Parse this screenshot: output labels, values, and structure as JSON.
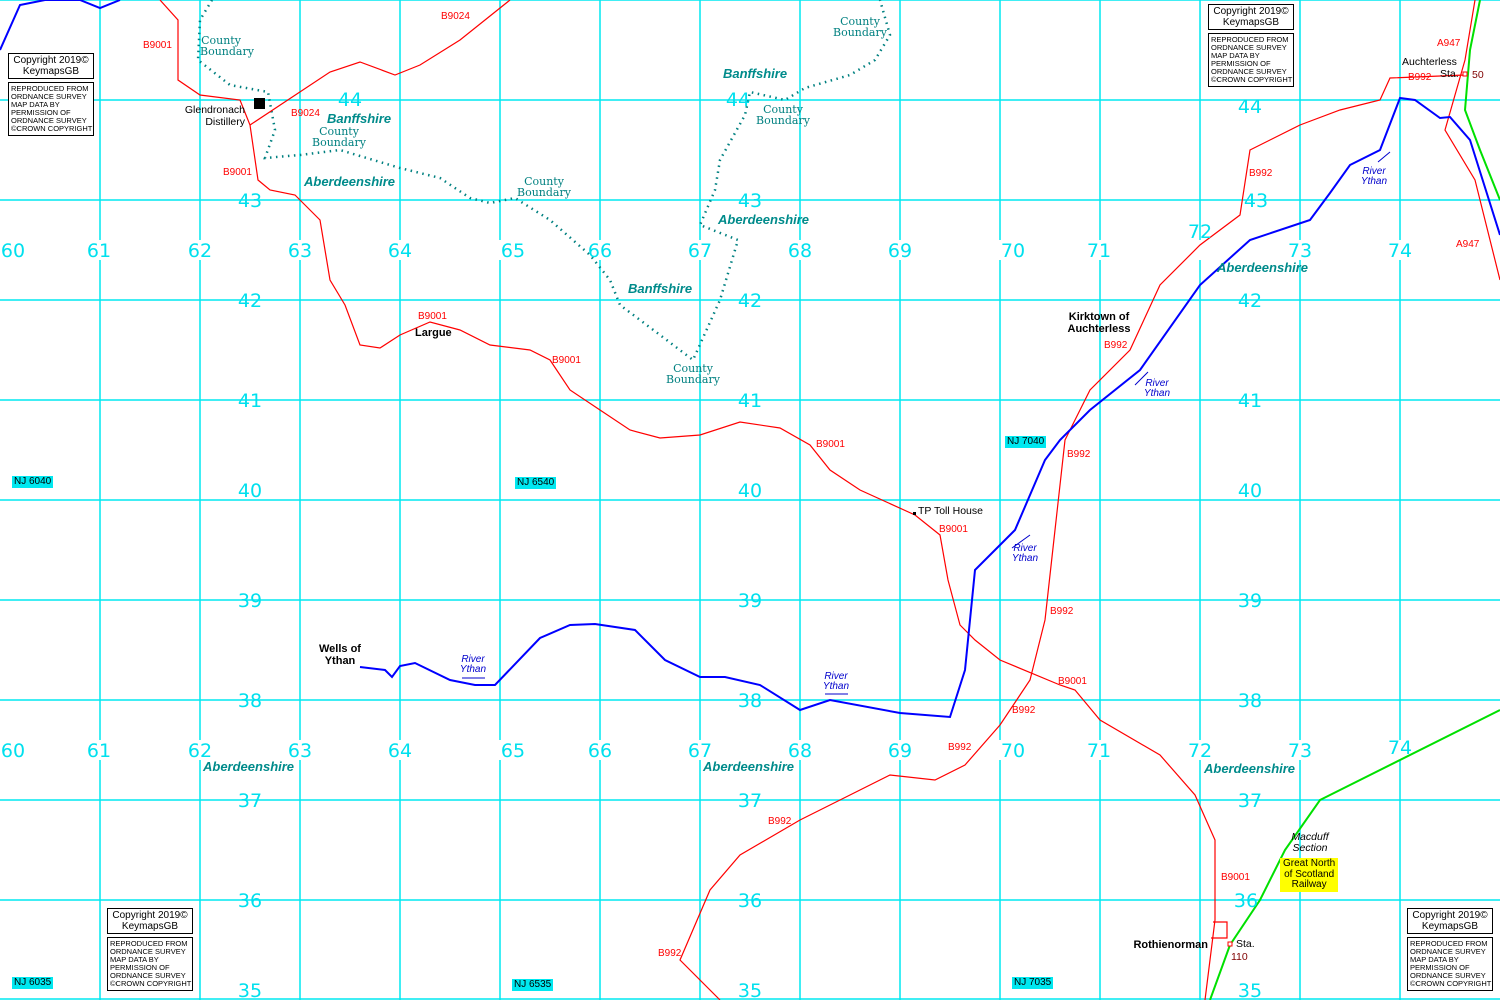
{
  "grid": {
    "eastings": [
      "60",
      "61",
      "62",
      "63",
      "64",
      "65",
      "66",
      "67",
      "68",
      "69",
      "70",
      "71",
      "72",
      "73",
      "74"
    ],
    "northings_col_a": [
      "44",
      "43",
      "42",
      "41",
      "40",
      "39",
      "38",
      "37",
      "36",
      "35"
    ],
    "northings_col_b": [
      "44",
      "43",
      "42",
      "41",
      "40",
      "39",
      "38",
      "37",
      "36",
      "35"
    ],
    "northings_col_c": [
      "44",
      "43",
      "42",
      "41",
      "40",
      "39",
      "38",
      "37",
      "36",
      "35"
    ]
  },
  "grid_refs": [
    "NJ 6040",
    "NJ 6540",
    "NJ 7040",
    "NJ 6035",
    "NJ 6535",
    "NJ 7035"
  ],
  "roads": {
    "b9001": "B9001",
    "b9024": "B9024",
    "b992": "B992",
    "a947": "A947"
  },
  "places": {
    "glendronach": [
      "Glendronach",
      "Distillery"
    ],
    "largue": "Largue",
    "toll_house": "TP Toll House",
    "wells": [
      "Wells of",
      "Ythan"
    ],
    "kirktown": [
      "Kirktown of",
      "Auchterless"
    ],
    "rothienorman": "Rothienorman",
    "auchterless_sta": [
      "Auchterless",
      "Sta."
    ],
    "auchterless_sta_no": "50",
    "rothienorman_sta": "Sta.",
    "rothienorman_sta_no": "110"
  },
  "counties": {
    "banffshire": "Banffshire",
    "aberdeenshire": "Aberdeenshire"
  },
  "county_boundary": [
    "County",
    "Boundary"
  ],
  "river": [
    "River",
    "Ythan"
  ],
  "railway": {
    "section": [
      "Macduff",
      "Section"
    ],
    "name": [
      "Great North",
      "of Scotland",
      "Railway"
    ]
  },
  "copyright": {
    "line1": "Copyright 2019©",
    "line2": "KeymapsGB",
    "notice": [
      "REPRODUCED FROM",
      "ORDNANCE SURVEY",
      "MAP DATA BY",
      "PERMISSION OF",
      "ORDNANCE SURVEY",
      "©CROWN COPYRIGHT"
    ]
  },
  "colors": {
    "grid": "#00e8f0",
    "road": "#ff0000",
    "river": "#0000ff",
    "rail": "#00e000",
    "boundary": "#008080",
    "highlight": "#ffff00"
  }
}
